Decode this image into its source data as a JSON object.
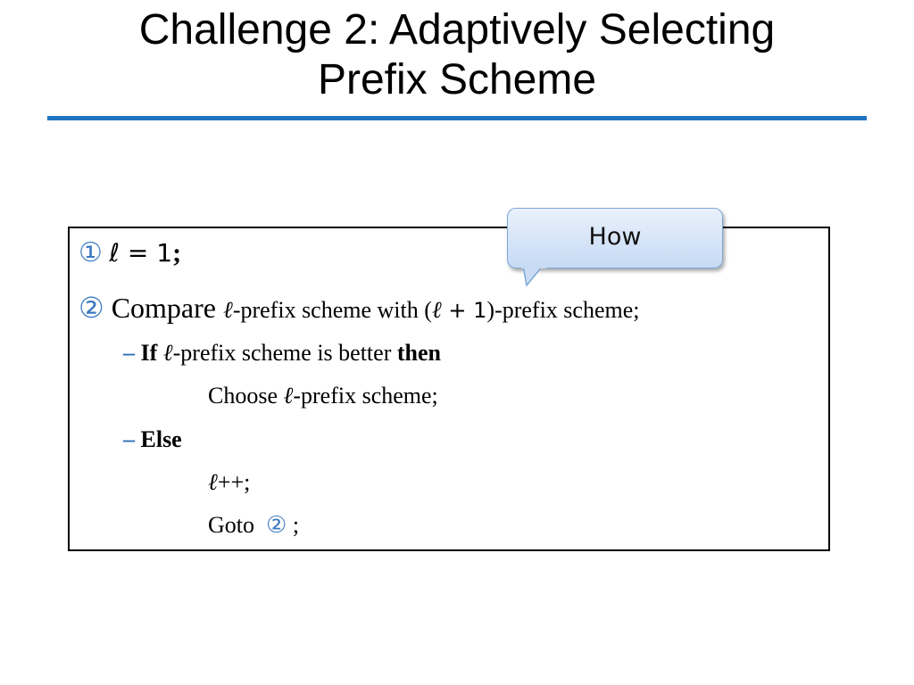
{
  "slide": {
    "title_line1": "Challenge 2: Adaptively Selecting",
    "title_line2": "Prefix Scheme"
  },
  "callout": {
    "text": "How"
  },
  "algorithm": {
    "step1": {
      "marker": "①",
      "var": "ℓ",
      "expr": " = 1",
      "end": ";"
    },
    "step2": {
      "marker": "②",
      "word": "Compare",
      "var1": "ℓ",
      "text1": "-prefix scheme with (",
      "var2": "ℓ",
      "expr2": " + 1",
      "text2": ")-prefix scheme;"
    },
    "if_branch": {
      "dash": "–",
      "keyword_if": "If",
      "var": "ℓ",
      "text": "-prefix scheme is better ",
      "keyword_then": "then"
    },
    "choose": {
      "text1": "Choose ",
      "var": "ℓ",
      "text2": "-prefix scheme;"
    },
    "else_branch": {
      "dash": "–",
      "keyword_else": "Else"
    },
    "increment": {
      "var": "ℓ",
      "text": "++;"
    },
    "goto": {
      "word": "Goto",
      "marker": "②",
      "end": ";"
    }
  },
  "colors": {
    "accent_rule": "#1f74bf",
    "marker_blue": "#3a7bc2",
    "bubble_fill": "#c6daf4"
  }
}
